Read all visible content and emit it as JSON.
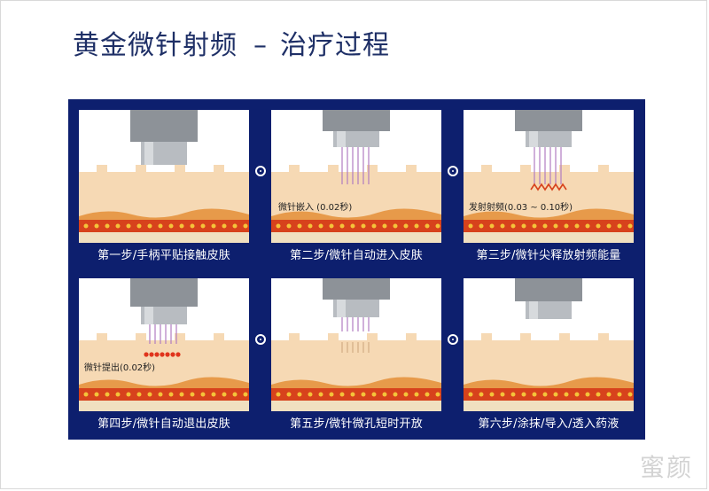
{
  "title": {
    "main": "黄金微针射频",
    "separator": "–",
    "sub": "治疗过程"
  },
  "steps": [
    {
      "caption": "第一步/手柄平贴接触皮肤",
      "note": ""
    },
    {
      "caption": "第二步/微针自动进入皮肤",
      "note": "微针嵌入 (0.02秒)"
    },
    {
      "caption": "第三步/微针尖释放射频能量",
      "note": "发射射频(0.03 ~ 0.10秒)"
    },
    {
      "caption": "第四步/微针自动退出皮肤",
      "note": "微针提出(0.02秒)"
    },
    {
      "caption": "第五步/微针微孔短时开放",
      "note": ""
    },
    {
      "caption": "第六步/涂抹/导入/透入药液",
      "note": ""
    }
  ],
  "watermark": "蜜颜",
  "colors": {
    "panel": "#0d1f6e",
    "title": "#1e2f66",
    "skin": "#f6d9b4",
    "dermis": "#e79a4a",
    "tissue": "#d7421c"
  }
}
